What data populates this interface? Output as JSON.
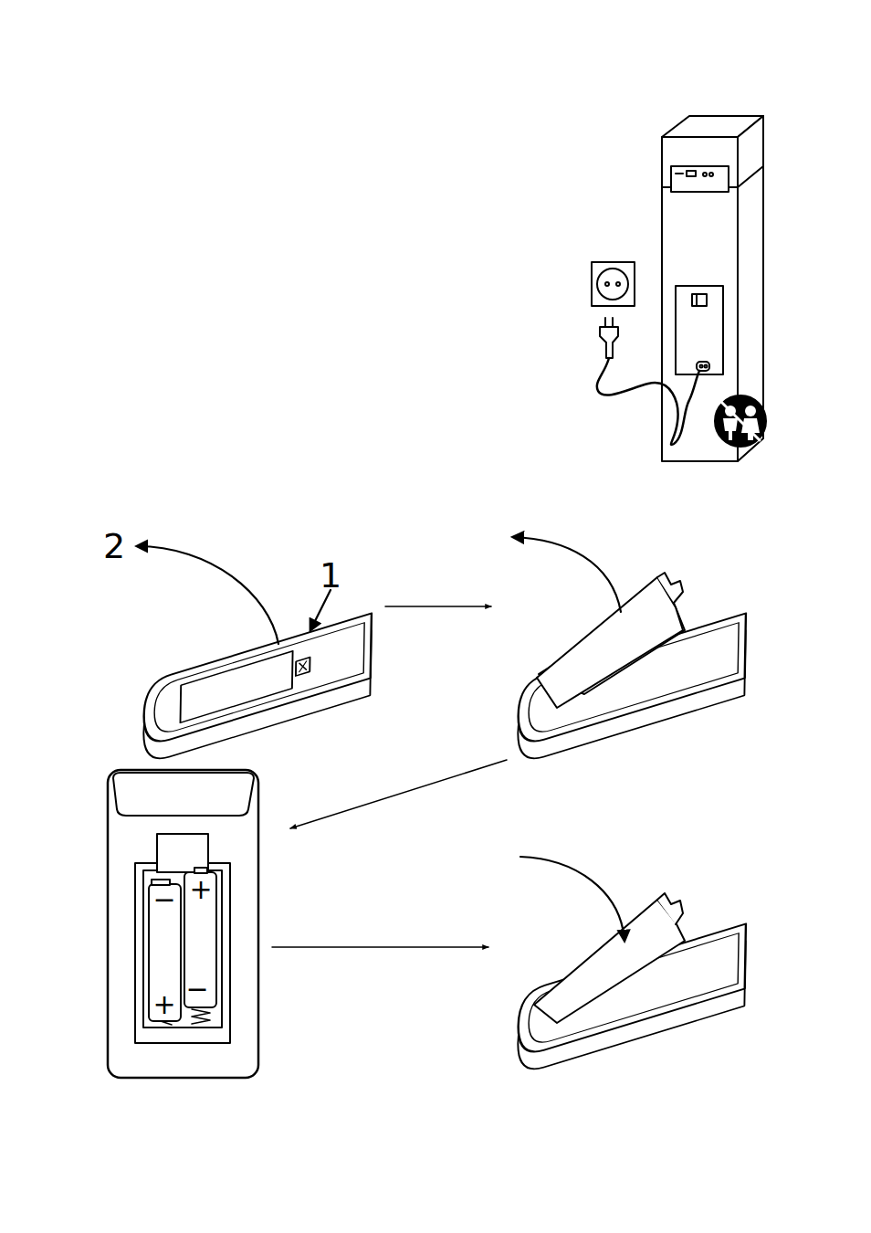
{
  "diagram": {
    "labels": [
      "2",
      "1",
      "−",
      "+",
      "+",
      "−"
    ]
  }
}
